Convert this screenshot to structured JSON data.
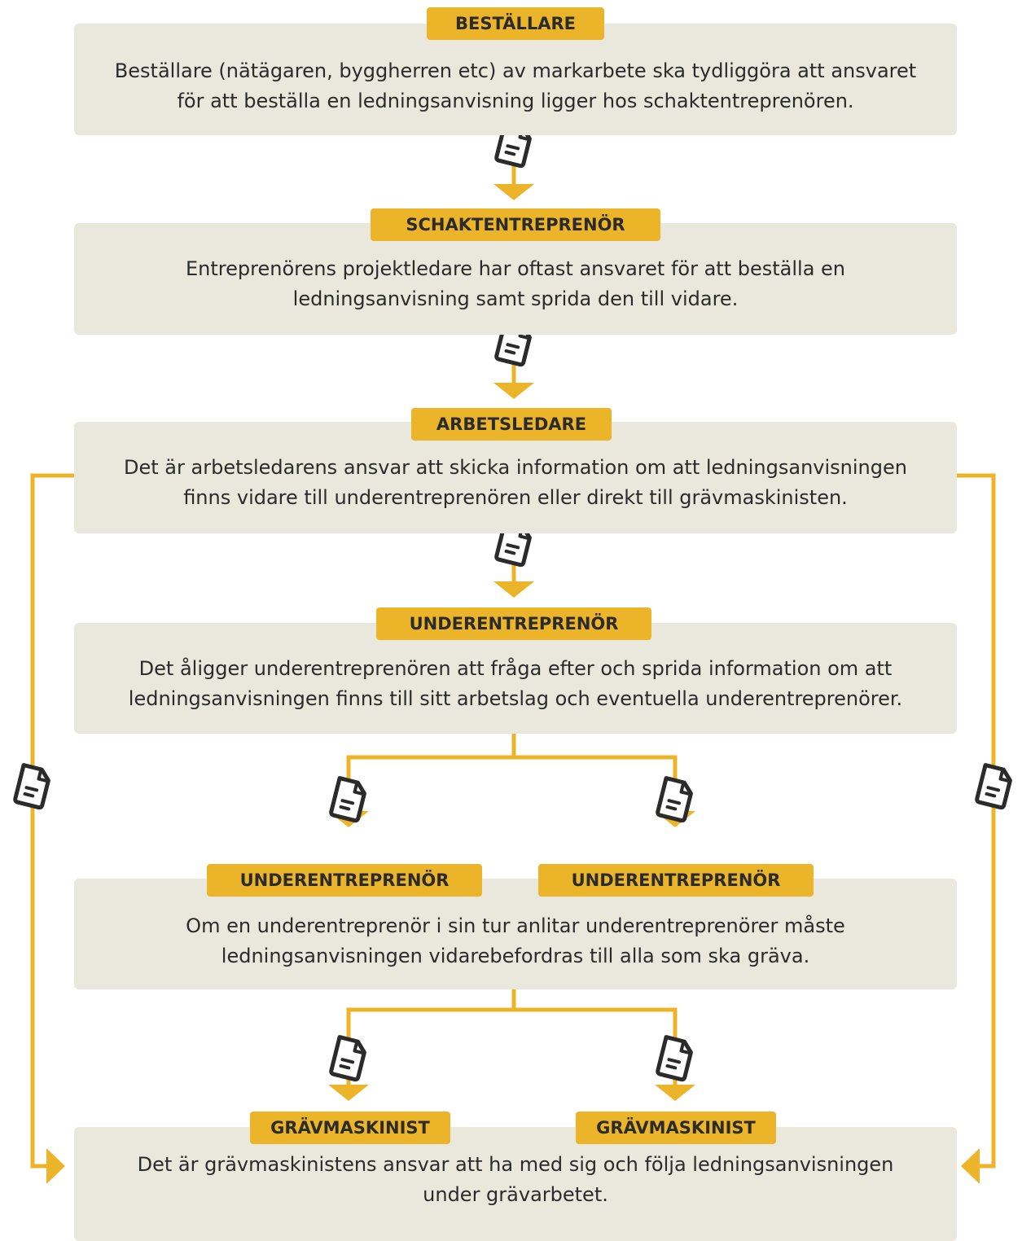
{
  "colors": {
    "box_bg": "#eae7dc",
    "label_bg": "#ecb529",
    "connector": "#ecb529",
    "text": "#2b2b2b",
    "icon_stroke": "#2b2b2b"
  },
  "icons": {
    "connector_icon": "document-icon"
  },
  "steps": [
    {
      "labels": [
        "BESTÄLLARE"
      ],
      "text": [
        "Beställare (nätägaren, byggherren etc) av markarbete ska tydliggöra att ansvaret",
        "för att beställa en ledningsanvisning ligger hos schaktentreprenören."
      ]
    },
    {
      "labels": [
        "SCHAKTENTREPRENÖR"
      ],
      "text": [
        "Entreprenörens projektledare har oftast ansvaret för att beställa en",
        "ledningsanvisning samt sprida den till vidare."
      ]
    },
    {
      "labels": [
        "ARBETSLEDARE"
      ],
      "text": [
        "Det är arbetsledarens ansvar att skicka information om att ledningsanvisningen",
        "finns vidare till underentreprenören eller direkt till grävmaskinisten."
      ]
    },
    {
      "labels": [
        "UNDERENTREPRENÖR"
      ],
      "text": [
        "Det åligger underentreprenören att fråga efter och sprida information om att",
        "ledningsanvisningen finns till sitt arbetslag och eventuella underentreprenörer."
      ]
    },
    {
      "labels": [
        "UNDERENTREPRENÖR",
        "UNDERENTREPRENÖR"
      ],
      "text": [
        "Om en underentreprenör i sin tur anlitar underentreprenörer måste",
        "ledningsanvisningen vidarebefordras till alla som ska gräva."
      ]
    },
    {
      "labels": [
        "GRÄVMASKINIST",
        "GRÄVMASKINIST"
      ],
      "text": [
        "Det är grävmaskinistens ansvar att ha med sig och följa ledningsanvisningen",
        "under grävarbetet."
      ]
    }
  ]
}
